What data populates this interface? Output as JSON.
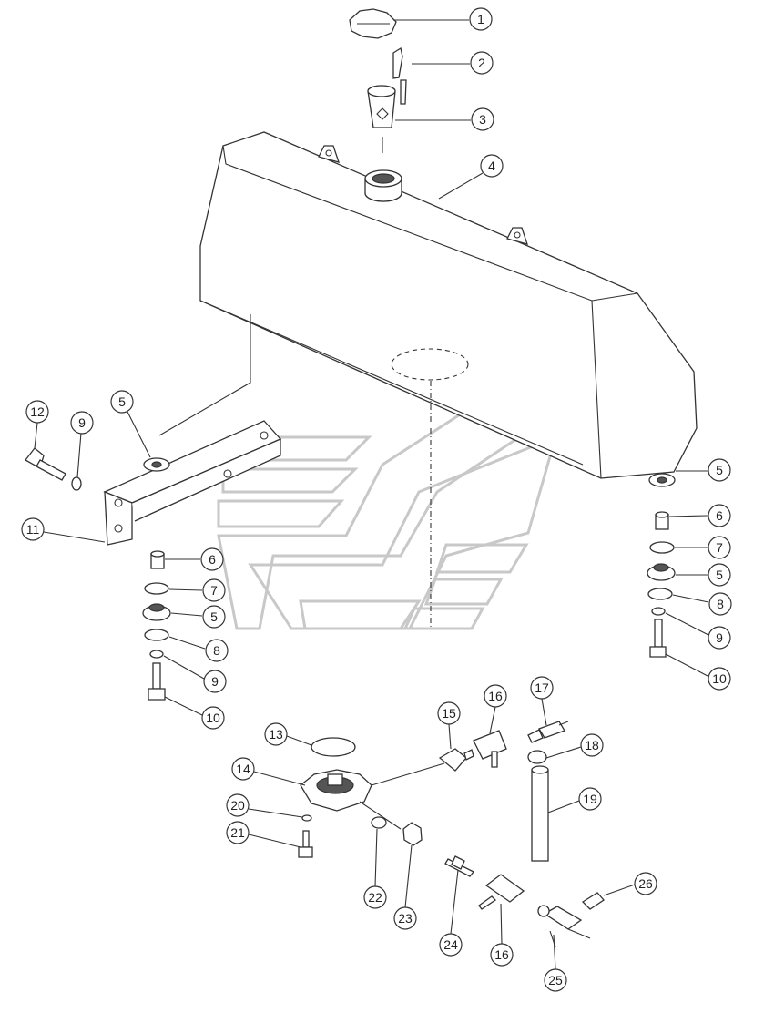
{
  "callouts": [
    {
      "id": "c1",
      "label": "1"
    },
    {
      "id": "c2",
      "label": "2"
    },
    {
      "id": "c3",
      "label": "3"
    },
    {
      "id": "c4",
      "label": "4"
    },
    {
      "id": "c5a",
      "label": "5"
    },
    {
      "id": "c5b",
      "label": "5"
    },
    {
      "id": "c5c",
      "label": "5"
    },
    {
      "id": "c5d",
      "label": "5"
    },
    {
      "id": "c6a",
      "label": "6"
    },
    {
      "id": "c6b",
      "label": "6"
    },
    {
      "id": "c7a",
      "label": "7"
    },
    {
      "id": "c7b",
      "label": "7"
    },
    {
      "id": "c8a",
      "label": "8"
    },
    {
      "id": "c8b",
      "label": "8"
    },
    {
      "id": "c9a",
      "label": "9"
    },
    {
      "id": "c9b",
      "label": "9"
    },
    {
      "id": "c9c",
      "label": "9"
    },
    {
      "id": "c10a",
      "label": "10"
    },
    {
      "id": "c10b",
      "label": "10"
    },
    {
      "id": "c11",
      "label": "11"
    },
    {
      "id": "c12",
      "label": "12"
    },
    {
      "id": "c13",
      "label": "13"
    },
    {
      "id": "c14",
      "label": "14"
    },
    {
      "id": "c15",
      "label": "15"
    },
    {
      "id": "c16a",
      "label": "16"
    },
    {
      "id": "c16b",
      "label": "16"
    },
    {
      "id": "c17",
      "label": "17"
    },
    {
      "id": "c18",
      "label": "18"
    },
    {
      "id": "c19",
      "label": "19"
    },
    {
      "id": "c20",
      "label": "20"
    },
    {
      "id": "c21",
      "label": "21"
    },
    {
      "id": "c22",
      "label": "22"
    },
    {
      "id": "c23",
      "label": "23"
    },
    {
      "id": "c24",
      "label": "24"
    },
    {
      "id": "c25",
      "label": "25"
    },
    {
      "id": "c26",
      "label": "26"
    }
  ]
}
